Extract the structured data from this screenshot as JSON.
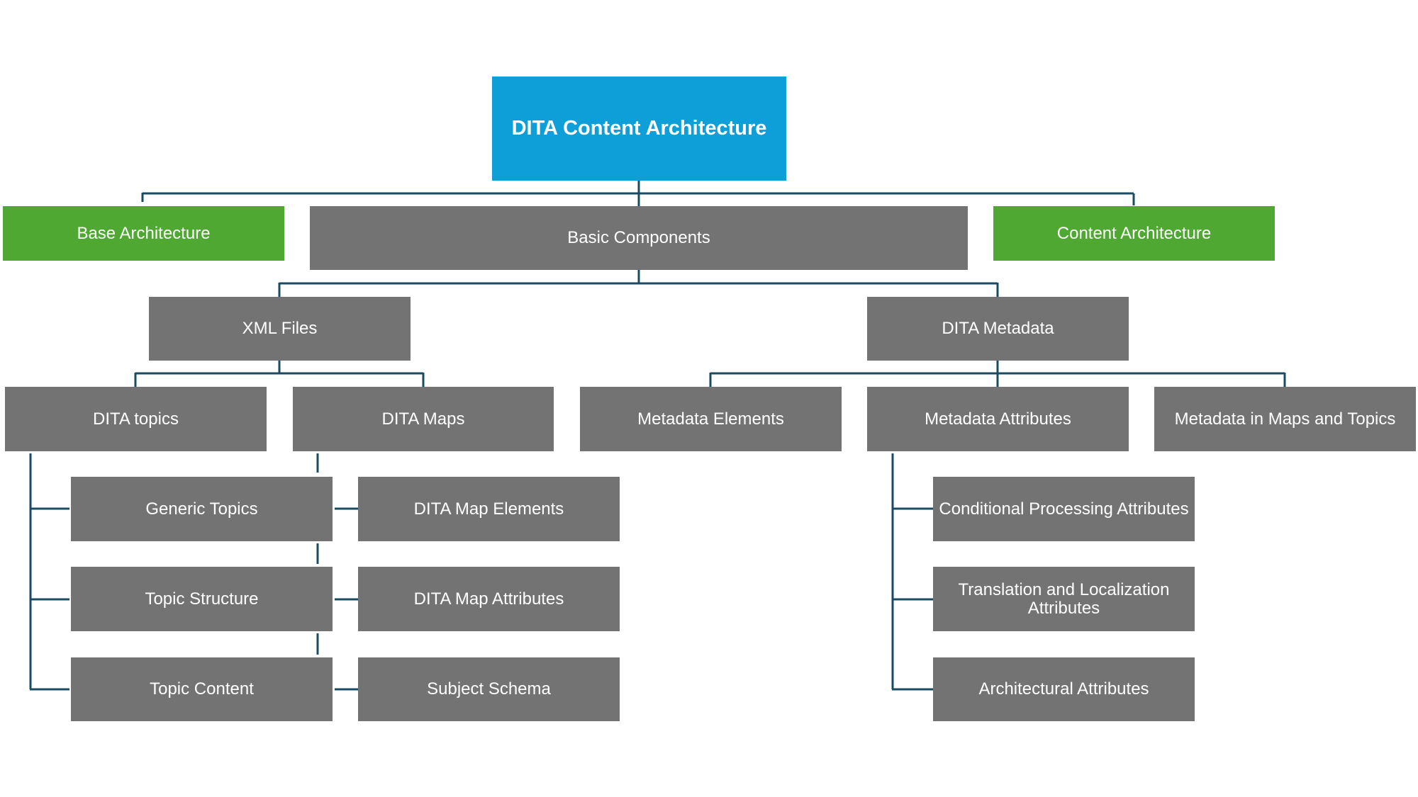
{
  "diagram": {
    "root": "DITA Content Architecture",
    "level1": {
      "base_architecture": "Base Architecture",
      "basic_components": "Basic Components",
      "content_architecture": "Content Architecture"
    },
    "level2": {
      "xml_files": "XML Files",
      "dita_metadata": "DITA Metadata"
    },
    "level3": {
      "dita_topics": "DITA topics",
      "dita_maps": "DITA Maps",
      "metadata_elements": "Metadata Elements",
      "metadata_attributes": "Metadata Attributes",
      "metadata_in_maps_and_topics": "Metadata in Maps and Topics"
    },
    "topics_children": [
      "Generic Topics",
      "Topic Structure",
      "Topic Content"
    ],
    "maps_children": [
      "DITA Map Elements",
      "DITA Map Attributes",
      "Subject Schema"
    ],
    "metadata_attributes_children": [
      "Conditional Processing Attributes",
      "Translation and Localization Attributes",
      "Architectural Attributes"
    ],
    "colors": {
      "root": "#0e9fd8",
      "green": "#4fa831",
      "gray": "#737373",
      "connector": "#1b4a63"
    }
  }
}
